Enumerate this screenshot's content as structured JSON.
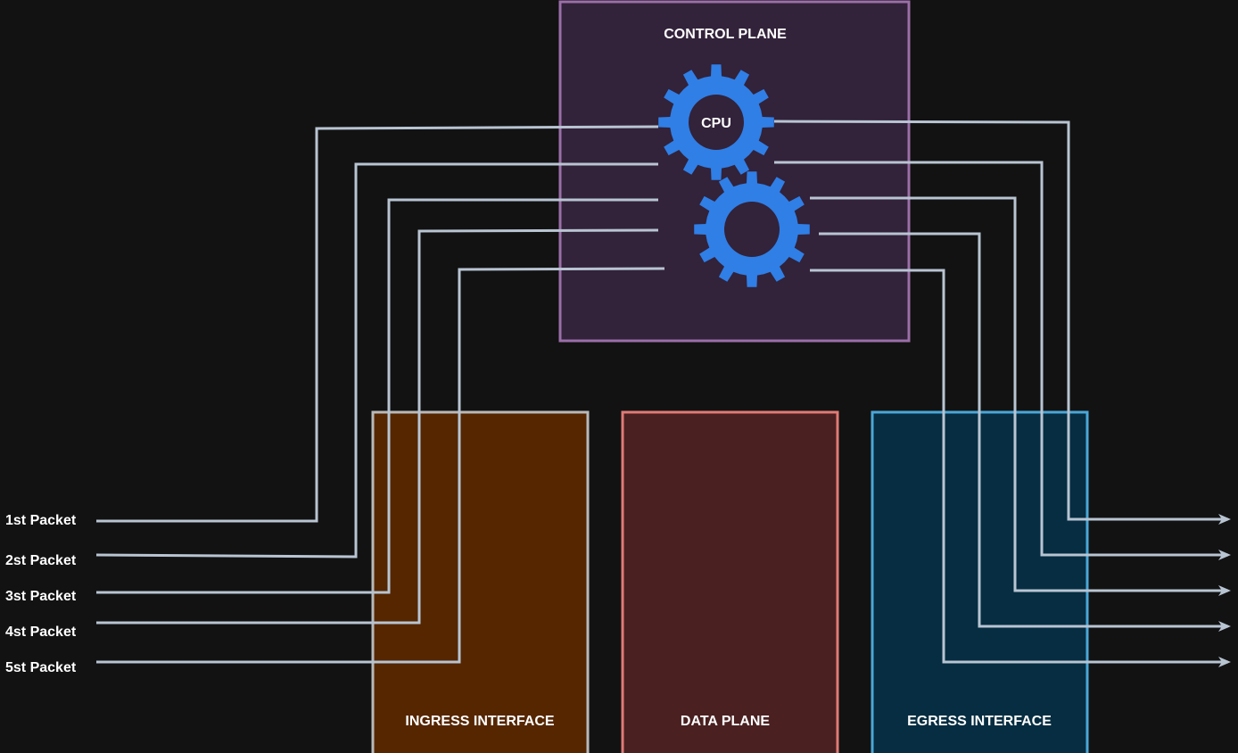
{
  "diagram": {
    "control_plane": {
      "label": "CONTROL PLANE",
      "fill": "#32223a",
      "stroke": "#9b6fa8"
    },
    "cpu_label": "CPU",
    "gear_color": "#2f7fe6",
    "gear_hole_color": "#32223a",
    "ingress": {
      "label": "INGRESS INTERFACE",
      "fill": "#552600",
      "stroke": "#b9b9b9"
    },
    "data_plane": {
      "label": "DATA PLANE",
      "fill": "#4a2020",
      "stroke": "#e07b76"
    },
    "egress": {
      "label": "EGRESS INTERFACE",
      "fill": "#062d41",
      "stroke": "#4aa7d8"
    },
    "line_color": "#b8c4d2",
    "packets": [
      "1st Packet",
      "2st Packet",
      "3st Packet",
      "4st Packet",
      "5st Packet"
    ]
  }
}
